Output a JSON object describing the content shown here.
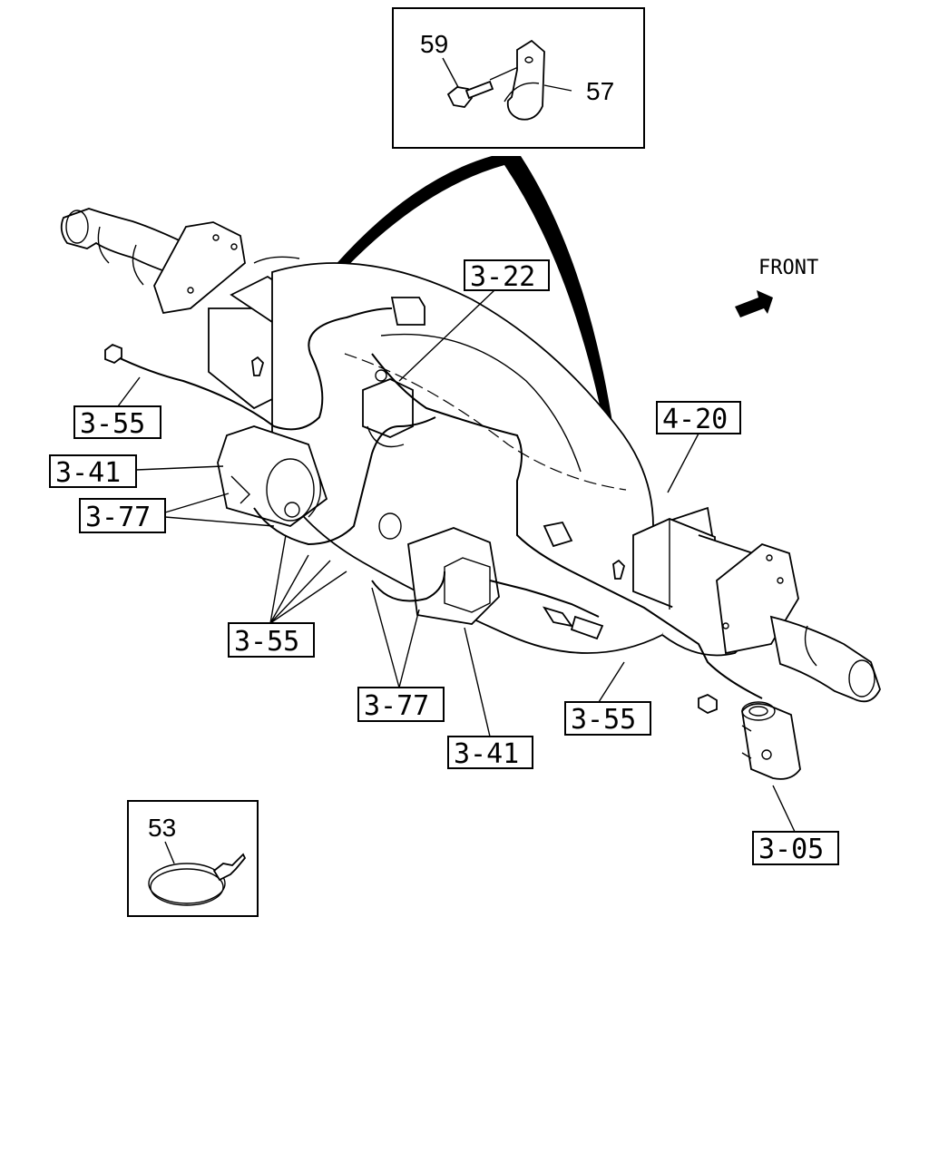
{
  "front_label": "FRONT",
  "callouts": {
    "c322": "3-22",
    "c420": "4-20",
    "c355_left": "3-55",
    "c341_left": "3-41",
    "c377_left": "3-77",
    "c355_mid": "3-55",
    "c377_mid": "3-77",
    "c341_mid": "3-41",
    "c355_right": "3-55",
    "c305": "3-05"
  },
  "inset_top": {
    "bolt_number": "59",
    "clip_number": "57"
  },
  "inset_bottom": {
    "band_number": "53"
  }
}
